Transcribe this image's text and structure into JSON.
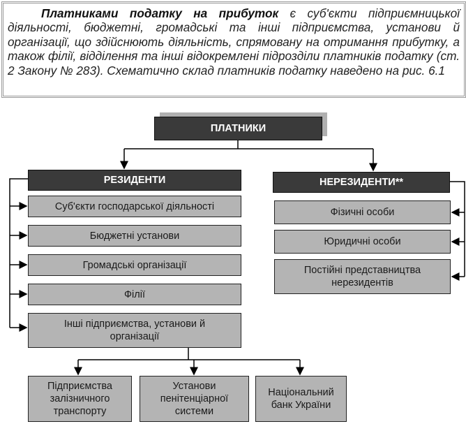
{
  "intro": {
    "bold_lead": "Платниками податку на прибуток",
    "text": " є суб'єкти підприємницької діяльності, бюджетні, громадські та інші підприємства, установи й організації, що здійснюють діяльність, спрямовану на отримання прибутку, а також філії, відділення та інші відокремлені підрозділи платників податку (ст. 2 Закону № 283). Схематично склад платників податку наведено на рис. 6.1"
  },
  "diagram": {
    "root": "ПЛАТНИКИ",
    "residents": {
      "title": "РЕЗИДЕНТИ",
      "items": [
        "Суб'єкти господарської діяльності",
        "Бюджетні установи",
        "Громадські організації",
        "Філії",
        "Інші підприємства, установи й організації"
      ]
    },
    "nonresidents": {
      "title": "НЕРЕЗИДЕНТИ**",
      "items": [
        "Фізичні особи",
        "Юридичні особи",
        "Постійні представництва нерезидентів"
      ]
    },
    "others": [
      "Підприємства залізничного транспорту",
      "Установи пенітенціарної системи",
      "Національний банк України"
    ]
  }
}
